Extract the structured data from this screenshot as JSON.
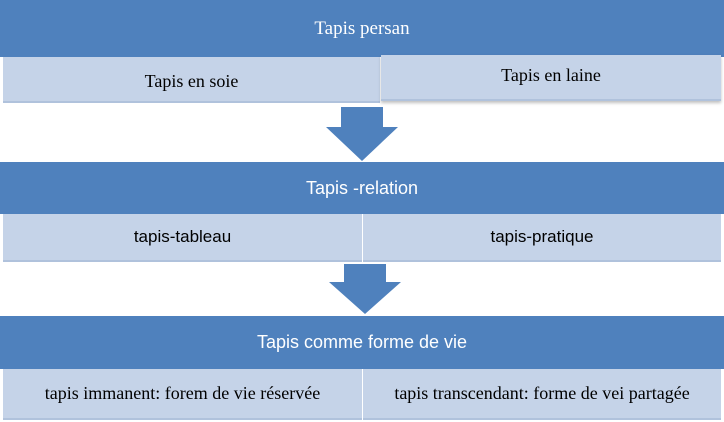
{
  "colors": {
    "header_bg": "#4f81bd",
    "cell_bg": "#c5d3e8",
    "arrow": "#4f81bd"
  },
  "levels": [
    {
      "title": "Tapis persan",
      "left": "Tapis en soie",
      "right": "Tapis en laine"
    },
    {
      "title": "Tapis -relation",
      "left": "tapis-tableau",
      "right": "tapis-pratique"
    },
    {
      "title": "Tapis comme forme de vie",
      "left": "tapis immanent: forem de vie réservée",
      "right": "tapis transcendant: forme de vei partagée"
    }
  ]
}
